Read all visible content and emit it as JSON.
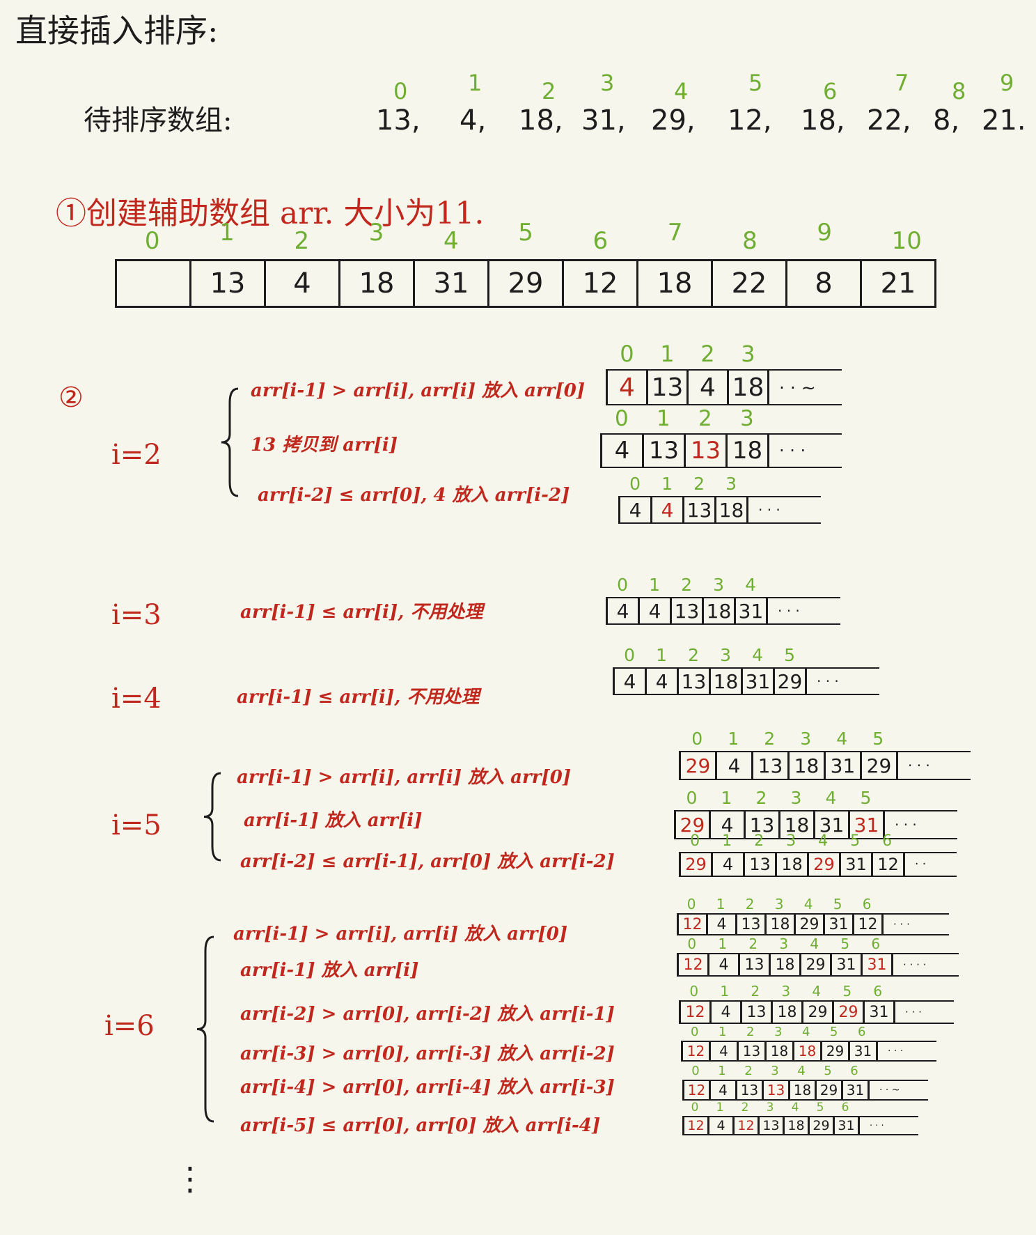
{
  "title": "直接插入排序:",
  "array_label": "待排序数组:",
  "array_indices": [
    "0",
    "1",
    "2",
    "3",
    "4",
    "5",
    "6",
    "7",
    "8",
    "9"
  ],
  "array_values": [
    "13,",
    "4,",
    "18,",
    "31,",
    "29,",
    "12,",
    "18,",
    "22,",
    "8,",
    "21."
  ],
  "step1_text": "①创建辅助数组 arr. 大小为11.",
  "step1_indices": [
    "0",
    "1",
    "2",
    "3",
    "4",
    "5",
    "6",
    "7",
    "8",
    "9",
    "10"
  ],
  "step1_cells": [
    "",
    "13",
    "4",
    "18",
    "31",
    "29",
    "12",
    "18",
    "22",
    "8",
    "21"
  ],
  "step2_marker": "②",
  "groups": [
    {
      "label": "i=2",
      "conditions": [
        "arr[i-1] > arr[i], arr[i] 放入 arr[0]",
        "13 拷贝到 arr[i]",
        "arr[i-2] ≤ arr[0], 4 放入 arr[i-2]"
      ]
    },
    {
      "label": "i=3",
      "conditions": [
        "arr[i-1] ≤ arr[i], 不用处理"
      ]
    },
    {
      "label": "i=4",
      "conditions": [
        "arr[i-1] ≤ arr[i], 不用处理"
      ]
    },
    {
      "label": "i=5",
      "conditions": [
        "arr[i-1] > arr[i], arr[i] 放入 arr[0]",
        "arr[i-1] 放入 arr[i]",
        "arr[i-2] ≤ arr[i-1], arr[0] 放入 arr[i-2]"
      ]
    },
    {
      "label": "i=6",
      "conditions": [
        "arr[i-1] > arr[i], arr[i] 放入 arr[0]",
        "arr[i-1] 放入 arr[i]",
        "arr[i-2] > arr[0], arr[i-2] 放入 arr[i-1]",
        "arr[i-3] > arr[0], arr[i-3] 放入 arr[i-2]",
        "arr[i-4] > arr[0], arr[i-4] 放入 arr[i-3]",
        "arr[i-5] ≤ arr[0], arr[0] 放入 arr[i-4]"
      ]
    }
  ],
  "rows": [
    {
      "indices": [
        "0",
        "1",
        "2",
        "3"
      ],
      "cells": [
        {
          "v": "4",
          "r": true
        },
        {
          "v": "13"
        },
        {
          "v": "4"
        },
        {
          "v": "18"
        }
      ],
      "tail": "· · ~"
    },
    {
      "indices": [
        "0",
        "1",
        "2",
        "3"
      ],
      "cells": [
        {
          "v": "4"
        },
        {
          "v": "13"
        },
        {
          "v": "13",
          "r": true
        },
        {
          "v": "18"
        }
      ],
      "tail": "· · ·"
    },
    {
      "indices": [
        "0",
        "1",
        "2",
        "3"
      ],
      "cells": [
        {
          "v": "4"
        },
        {
          "v": "4",
          "r": true
        },
        {
          "v": "13"
        },
        {
          "v": "18"
        }
      ],
      "tail": "· · ·"
    },
    {
      "indices": [
        "0",
        "1",
        "2",
        "3",
        "4"
      ],
      "cells": [
        {
          "v": "4"
        },
        {
          "v": "4"
        },
        {
          "v": "13"
        },
        {
          "v": "18"
        },
        {
          "v": "31"
        }
      ],
      "tail": "· · ·"
    },
    {
      "indices": [
        "0",
        "1",
        "2",
        "3",
        "4",
        "5"
      ],
      "cells": [
        {
          "v": "4"
        },
        {
          "v": "4"
        },
        {
          "v": "13"
        },
        {
          "v": "18"
        },
        {
          "v": "31"
        },
        {
          "v": "29"
        }
      ],
      "tail": "· · ·"
    },
    {
      "indices": [
        "0",
        "1",
        "2",
        "3",
        "4",
        "5"
      ],
      "cells": [
        {
          "v": "29",
          "r": true
        },
        {
          "v": "4"
        },
        {
          "v": "13"
        },
        {
          "v": "18"
        },
        {
          "v": "31"
        },
        {
          "v": "29"
        }
      ],
      "tail": "· · ·"
    },
    {
      "indices": [
        "0",
        "1",
        "2",
        "3",
        "4",
        "5"
      ],
      "cells": [
        {
          "v": "29",
          "r": true
        },
        {
          "v": "4"
        },
        {
          "v": "13"
        },
        {
          "v": "18"
        },
        {
          "v": "31"
        },
        {
          "v": "31",
          "r": true
        }
      ],
      "tail": "· · ·"
    },
    {
      "indices": [
        "0",
        "1",
        "2",
        "3",
        "4",
        "5",
        "6"
      ],
      "cells": [
        {
          "v": "29",
          "r": true
        },
        {
          "v": "4"
        },
        {
          "v": "13"
        },
        {
          "v": "18"
        },
        {
          "v": "29",
          "r": true
        },
        {
          "v": "31"
        },
        {
          "v": "12"
        }
      ],
      "tail": "· ·"
    },
    {
      "indices": [
        "0",
        "1",
        "2",
        "3",
        "4",
        "5",
        "6"
      ],
      "cells": [
        {
          "v": "12",
          "r": true
        },
        {
          "v": "4"
        },
        {
          "v": "13"
        },
        {
          "v": "18"
        },
        {
          "v": "29"
        },
        {
          "v": "31"
        },
        {
          "v": "12"
        }
      ],
      "tail": "· · ·"
    },
    {
      "indices": [
        "0",
        "1",
        "2",
        "3",
        "4",
        "5",
        "6"
      ],
      "cells": [
        {
          "v": "12",
          "r": true
        },
        {
          "v": "4"
        },
        {
          "v": "13"
        },
        {
          "v": "18"
        },
        {
          "v": "29"
        },
        {
          "v": "31"
        },
        {
          "v": "31",
          "r": true
        }
      ],
      "tail": "· · · ·"
    },
    {
      "indices": [
        "0",
        "1",
        "2",
        "3",
        "4",
        "5",
        "6"
      ],
      "cells": [
        {
          "v": "12",
          "r": true
        },
        {
          "v": "4"
        },
        {
          "v": "13"
        },
        {
          "v": "18"
        },
        {
          "v": "29"
        },
        {
          "v": "29",
          "r": true
        },
        {
          "v": "31"
        }
      ],
      "tail": "· · ·"
    },
    {
      "indices": [
        "0",
        "1",
        "2",
        "3",
        "4",
        "5",
        "6"
      ],
      "cells": [
        {
          "v": "12",
          "r": true
        },
        {
          "v": "4"
        },
        {
          "v": "13"
        },
        {
          "v": "18"
        },
        {
          "v": "18",
          "r": true
        },
        {
          "v": "29"
        },
        {
          "v": "31"
        }
      ],
      "tail": "· · ·"
    },
    {
      "indices": [
        "0",
        "1",
        "2",
        "3",
        "4",
        "5",
        "6"
      ],
      "cells": [
        {
          "v": "12",
          "r": true
        },
        {
          "v": "4"
        },
        {
          "v": "13"
        },
        {
          "v": "13",
          "r": true
        },
        {
          "v": "18"
        },
        {
          "v": "29"
        },
        {
          "v": "31"
        }
      ],
      "tail": "· · ~"
    },
    {
      "indices": [
        "0",
        "1",
        "2",
        "3",
        "4",
        "5",
        "6"
      ],
      "cells": [
        {
          "v": "12",
          "r": true
        },
        {
          "v": "4"
        },
        {
          "v": "12",
          "r": true
        },
        {
          "v": "13"
        },
        {
          "v": "18"
        },
        {
          "v": "29"
        },
        {
          "v": "31"
        }
      ],
      "tail": "· · ·"
    }
  ],
  "ellipsis": "⋮",
  "colors": {
    "ink": "#1d1d1d",
    "red": "#c0281e",
    "green": "#6fae33",
    "paper": "#f7f6ec"
  }
}
